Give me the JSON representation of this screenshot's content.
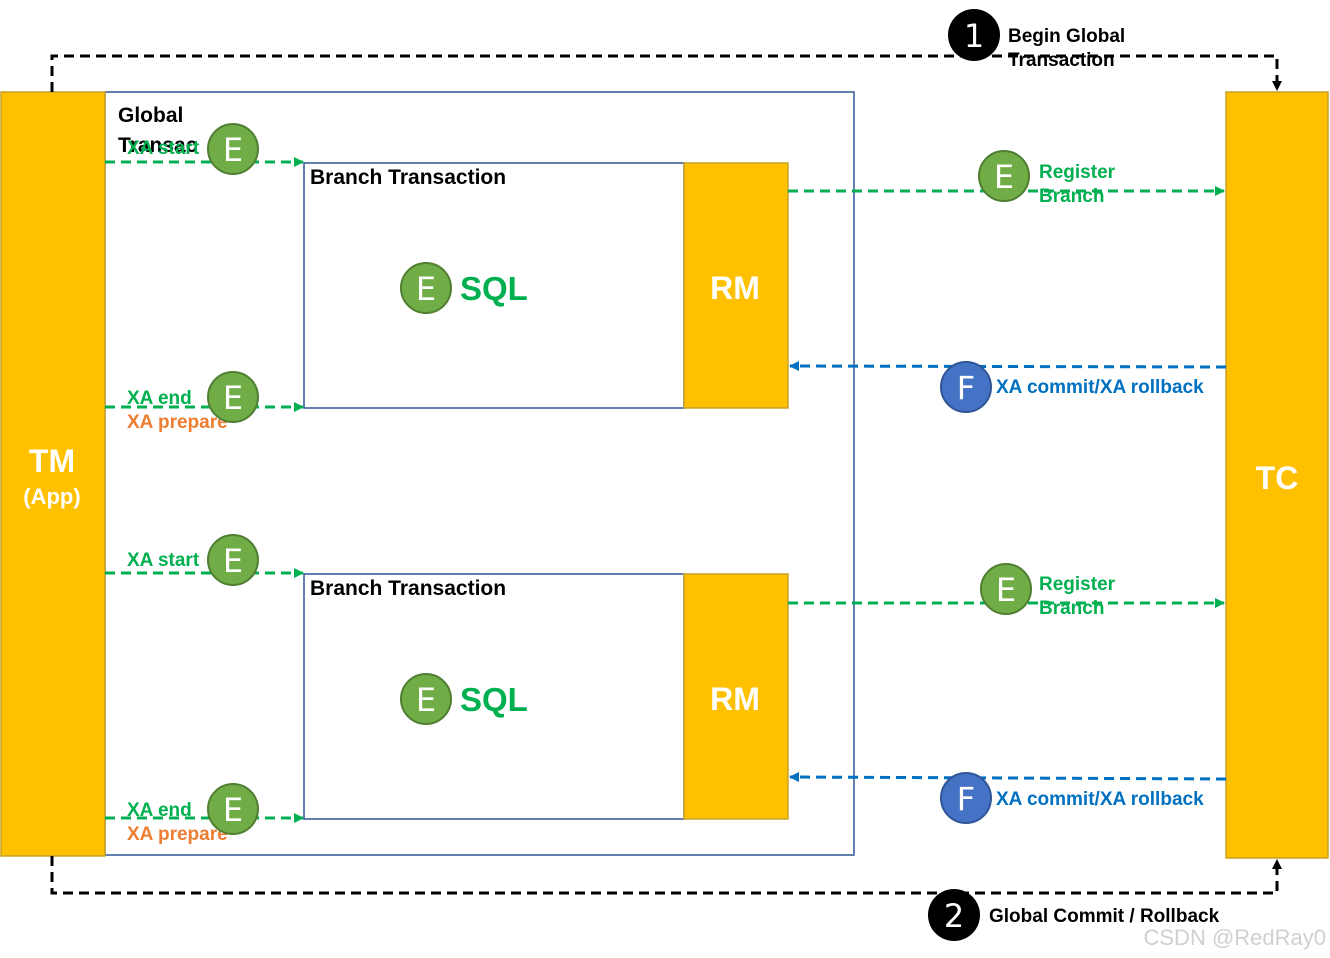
{
  "tm": {
    "title": "TM",
    "subtitle": "(App)"
  },
  "tc": {
    "title": "TC"
  },
  "global_transaction": {
    "line1": "Global",
    "line2": "Transac"
  },
  "steps": {
    "begin": {
      "number": "1",
      "line1": "Begin Global",
      "line2": "Transaction"
    },
    "end": {
      "number": "2",
      "text": "Global Commit / Rollback"
    }
  },
  "branches": [
    {
      "title": "Branch Transaction",
      "sql_badge": "E",
      "sql": "SQL",
      "rm": "RM",
      "start_badge": "E",
      "start_label": "XA start",
      "end_badge": "E",
      "end_label": "XA end",
      "prepare_label": "XA prepare",
      "register_badge": "E",
      "register_line1": "Register",
      "register_line2": "Branch",
      "commit_badge": "F",
      "commit_label": "XA commit/XA rollback"
    },
    {
      "title": "Branch Transaction",
      "sql_badge": "E",
      "sql": "SQL",
      "rm": "RM",
      "start_badge": "E",
      "start_label": "XA start",
      "end_badge": "E",
      "end_label": "XA end",
      "prepare_label": "XA prepare",
      "register_badge": "E",
      "register_line1": "Register",
      "register_line2": "Branch",
      "commit_badge": "F",
      "commit_label": "XA commit/XA rollback"
    }
  ],
  "watermark": "CSDN @RedRay0",
  "colors": {
    "box_fill": "#FFC000",
    "box_stroke": "#C9A227",
    "green": "#00B050",
    "green_badge": "#70AD47",
    "blue_badge": "#4472C4",
    "blue": "#0070C0",
    "orange": "#ED7D31",
    "outer_border": "#2F5597"
  }
}
